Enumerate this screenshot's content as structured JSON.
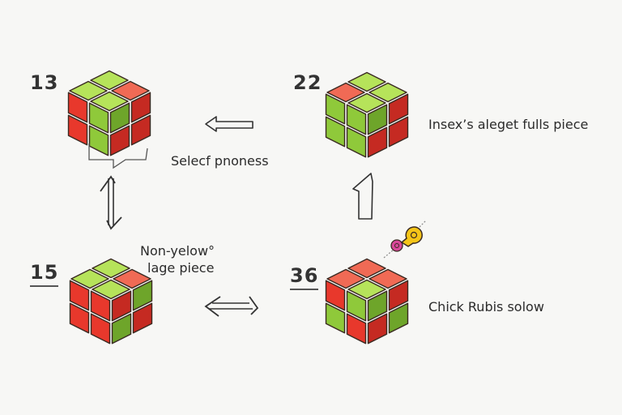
{
  "colors": {
    "green": "#8fc93a",
    "green_top": "#b6e35a",
    "green_dark": "#6ea52a",
    "red": "#e8382c",
    "red_top": "#f06a55",
    "red_dark": "#c52a22",
    "outline": "#3a2a22",
    "arrow": "#333333",
    "key_yellow": "#f5c518",
    "key_pink": "#d9489a"
  },
  "steps": [
    {
      "id": "top-left",
      "number": "13",
      "underlined": false,
      "cube": {
        "top": [
          "green",
          "red",
          "green",
          "green"
        ],
        "left": [
          "red",
          "green",
          "red",
          "green"
        ],
        "right": [
          "green",
          "red",
          "red",
          "red"
        ]
      }
    },
    {
      "id": "top-right",
      "number": "22",
      "underlined": false,
      "label": "Insex’s aleget fulls piece",
      "cube": {
        "top": [
          "green",
          "green",
          "red",
          "green"
        ],
        "left": [
          "green",
          "green",
          "green",
          "green"
        ],
        "right": [
          "green",
          "red",
          "red",
          "red"
        ]
      }
    },
    {
      "id": "bottom-left",
      "number": "15",
      "underlined": true,
      "cube": {
        "top": [
          "green",
          "red",
          "green",
          "green"
        ],
        "left": [
          "red",
          "red",
          "red",
          "red"
        ],
        "right": [
          "red",
          "green",
          "green",
          "red"
        ]
      }
    },
    {
      "id": "bottom-right",
      "number": "36",
      "underlined": true,
      "label": "Chick Rubis solow",
      "cube": {
        "top": [
          "red",
          "red",
          "red",
          "green"
        ],
        "left": [
          "red",
          "green",
          "green",
          "red"
        ],
        "right": [
          "green",
          "red",
          "red",
          "green"
        ]
      }
    }
  ],
  "captions": {
    "top_arrow": "Selecf pnoness",
    "bottom_left_line1": "Non-yelow°",
    "bottom_left_line2": "lage piece"
  },
  "arrows": [
    {
      "id": "arrow-top",
      "direction": "left",
      "style": "hollow"
    },
    {
      "id": "arrow-left-vertical",
      "direction": "up-down",
      "style": "double"
    },
    {
      "id": "arrow-right-vertical",
      "direction": "up",
      "style": "hollow"
    },
    {
      "id": "arrow-bottom",
      "direction": "left",
      "style": "double"
    }
  ],
  "decoration": {
    "name": "key-ornament"
  }
}
